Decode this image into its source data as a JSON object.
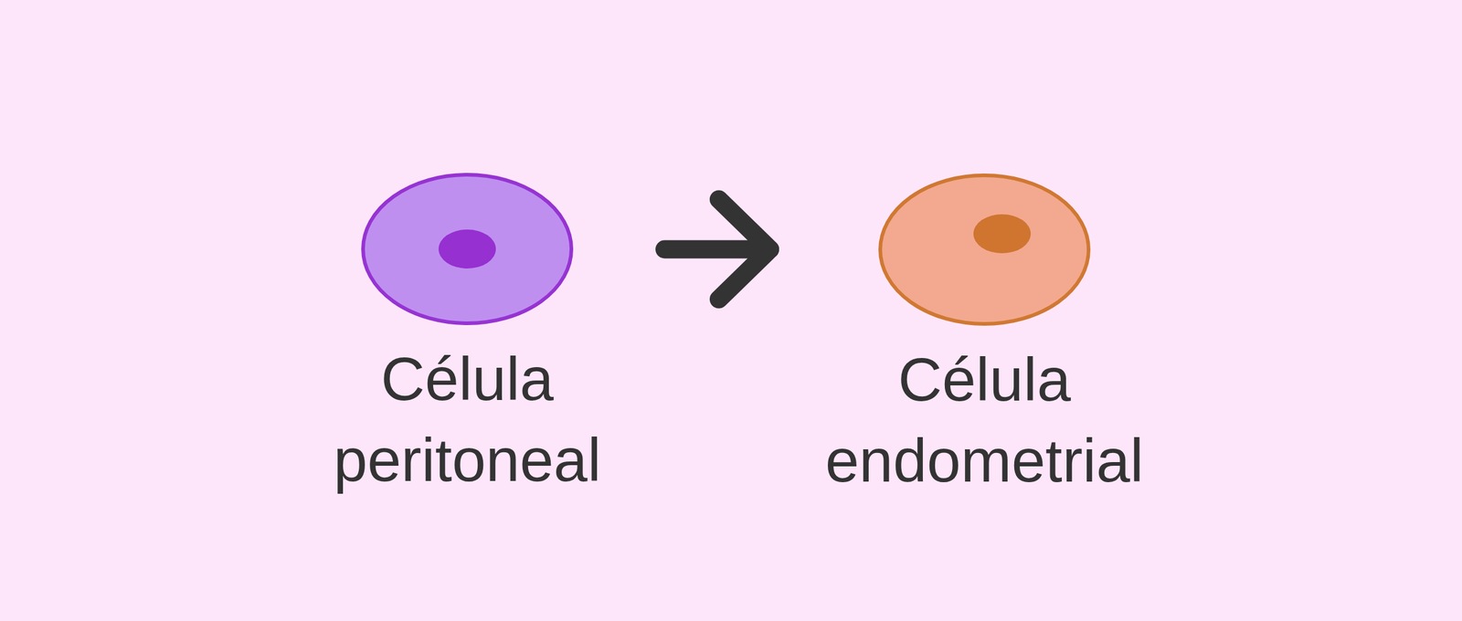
{
  "diagram": {
    "nodes": [
      {
        "text": [
          "Célula peritoneal"
        ]
      },
      {
        "text": [
          "Célula endometrial"
        ]
      }
    ],
    "edges": [
      {
        "from": 0,
        "to": 1,
        "arrow": "to"
      }
    ]
  }
}
